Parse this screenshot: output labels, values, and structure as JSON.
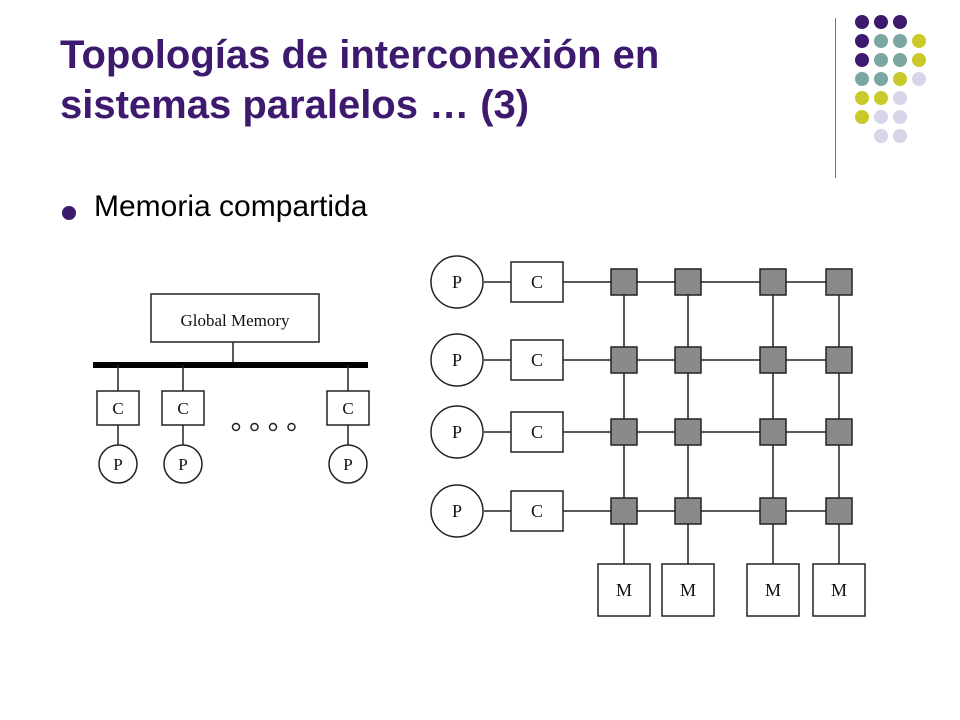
{
  "slide": {
    "title_line1": "Topologías de interconexión en",
    "title_line2": "sistemas paralelos … (3)",
    "bullet": "Memoria compartida"
  },
  "colors": {
    "title": "#3d1a6e",
    "dot_purple": "#3d1a6e",
    "dot_teal": "#7ba7a3",
    "dot_yellow": "#c9c92a",
    "dot_lavender": "#d6d5ea",
    "switch_fill": "#8a8a8a"
  },
  "bus_diagram": {
    "memory_label": "Global Memory",
    "cache_labels": [
      "C",
      "C",
      "C"
    ],
    "processor_labels": [
      "P",
      "P",
      "P"
    ],
    "ellipsis_dots": 4
  },
  "crossbar_diagram": {
    "processor_labels": [
      "P",
      "P",
      "P",
      "P"
    ],
    "cache_labels": [
      "C",
      "C",
      "C",
      "C"
    ],
    "memory_labels": [
      "M",
      "M",
      "M",
      "M"
    ],
    "rows": 4,
    "columns": 4
  }
}
